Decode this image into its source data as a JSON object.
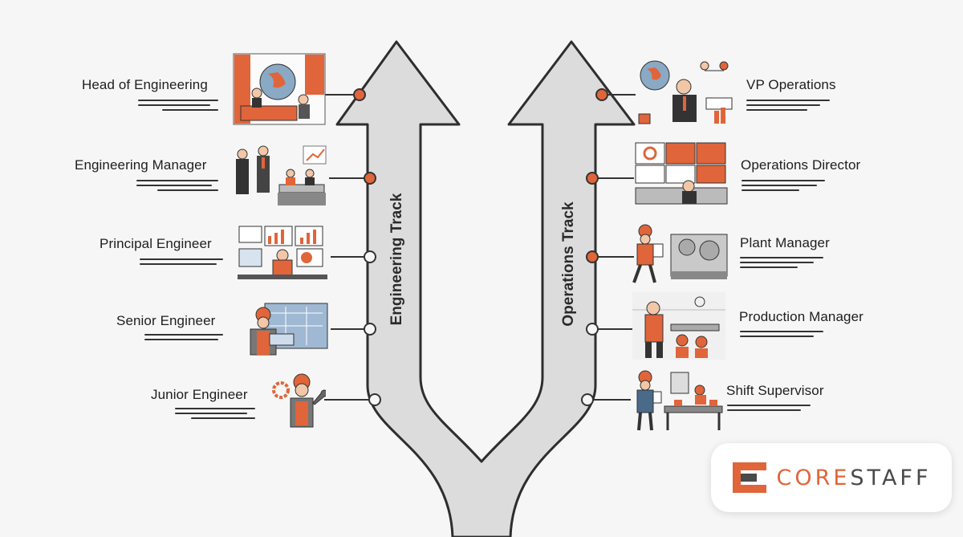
{
  "tracks": {
    "engineering": {
      "title": "Engineering Track",
      "roles": [
        {
          "label": "Head of Engineering",
          "node": "filled"
        },
        {
          "label": "Engineering Manager",
          "node": "filled"
        },
        {
          "label": "Principal Engineer",
          "node": "hollow"
        },
        {
          "label": "Senior Engineer",
          "node": "hollow"
        },
        {
          "label": "Junior Engineer",
          "node": "hollow"
        }
      ]
    },
    "operations": {
      "title": "Operations Track",
      "roles": [
        {
          "label": "VP Operations",
          "node": "filled"
        },
        {
          "label": "Operations Director",
          "node": "filled"
        },
        {
          "label": "Plant Manager",
          "node": "filled"
        },
        {
          "label": "Production Manager",
          "node": "hollow"
        },
        {
          "label": "Shift Supervisor",
          "node": "hollow"
        }
      ]
    }
  },
  "logo": {
    "core": "CORE",
    "staff": "STAFF"
  },
  "colors": {
    "accent": "#e0653a",
    "arrow_fill": "#dcdcdc",
    "arrow_stroke": "#2e2e2e",
    "background": "#f6f6f6"
  }
}
